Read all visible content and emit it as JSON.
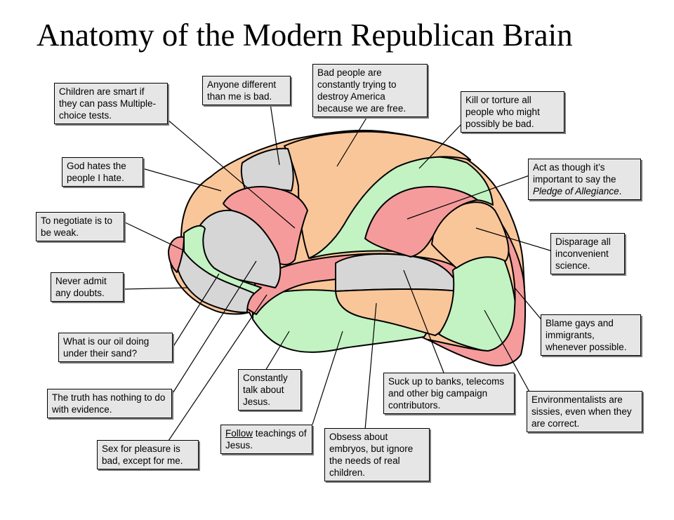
{
  "title": "Anatomy of the Modern Republican Brain",
  "colors": {
    "orange": "#f9c69a",
    "red": "#f59b9b",
    "green": "#c3f2c3",
    "gray": "#d6d6d6",
    "label_bg": "#e6e6e6",
    "outline": "#000000"
  },
  "labels": {
    "children_smart": "Children are smart if they can pass Multiple-choice tests.",
    "anyone_different": "Anyone different than me is bad.",
    "bad_people_a": "Bad people are constantly trying to destroy America",
    "bad_people_b": "because we are free.",
    "kill_torture": "Kill or torture all people who might possibly be bad.",
    "god_hates": "God hates the people I hate.",
    "pledge_a": "Act as though it’s important to say the",
    "pledge_b": "Pledge of Allegiance",
    "pledge_c": ".",
    "negotiate": "To negotiate is to be weak.",
    "disparage": "Disparage all inconvenient science.",
    "never_admit": "Never admit any doubts.",
    "blame_gays": "Blame gays and immigrants, whenever possible.",
    "oil": "What is our oil doing under their sand?",
    "talk_jesus": "Constantly talk about Jesus.",
    "suck_up": "Suck up to banks, telecoms and other big campaign contributors.",
    "truth": "The truth has nothing to do with evidence.",
    "environmentalists": "Environmentalists are sissies, even when they are correct.",
    "follow_a": "Follow",
    "follow_b": " teachings of Jesus.",
    "embryos": "Obsess about embryos, but ignore the needs of real children.",
    "sex": "Sex for pleasure is bad, except for me."
  }
}
